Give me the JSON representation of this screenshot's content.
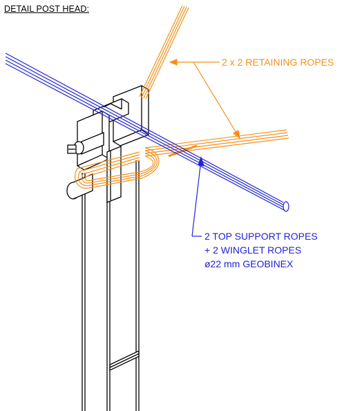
{
  "title": "DETAIL POST HEAD:",
  "labels": {
    "retaining": "2 x 2 RETAINING ROPES",
    "support_line1": "2 TOP SUPPORT ROPES",
    "support_line2": "+ 2 WINGLET ROPES",
    "support_line3": "ø22 mm GEOBINEX"
  },
  "colors": {
    "retaining_rope": "#f39019",
    "support_rope": "#1f22d6",
    "structure": "#000000"
  }
}
